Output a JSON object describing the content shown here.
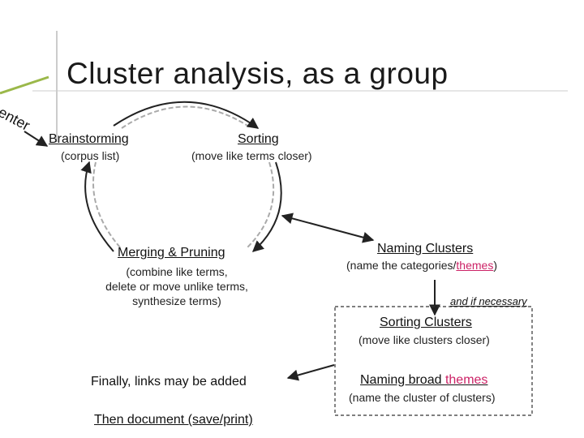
{
  "title": "Cluster analysis, as a group",
  "enter_label": "enter",
  "nodes": {
    "brainstorming": {
      "label": "Brainstorming",
      "sub": "(corpus list)"
    },
    "sorting": {
      "label": "Sorting",
      "sub": "(move like terms closer)"
    },
    "merging": {
      "label": "Merging & Pruning",
      "sub_lines": [
        "(combine like terms,",
        "delete or move unlike terms,",
        "synthesize terms)"
      ]
    },
    "naming_clusters": {
      "label": "Naming Clusters",
      "sub_prefix": "(name the categories/",
      "sub_highlight": "themes",
      "sub_suffix": ")"
    },
    "if_necessary": {
      "label": "and if necessary"
    },
    "sorting_clusters": {
      "label": "Sorting Clusters",
      "sub": "(move like clusters closer)"
    },
    "naming_broad": {
      "label_prefix": "Naming broad ",
      "label_highlight": "themes",
      "sub": "(name the cluster of clusters)"
    },
    "finally": {
      "label": "Finally, links may be added"
    },
    "document": {
      "label": "Then document (save/print)"
    }
  },
  "colors": {
    "highlight": "#cc2266",
    "accent_line": "#9bb84a",
    "arrow": "#222222",
    "dashed": "#aaaaaa"
  }
}
